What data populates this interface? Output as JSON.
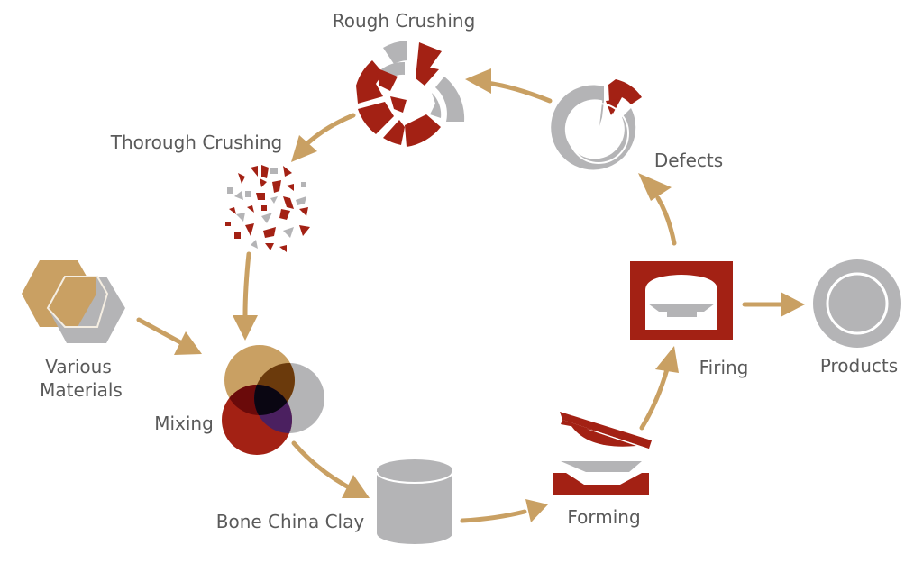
{
  "title": "Bone China Production Cycle",
  "colors": {
    "gold": "#c9a063",
    "red": "#a32114",
    "gray": "#b4b4b6",
    "text": "#5a5a5a"
  },
  "nodes": {
    "rough_crushing": {
      "label": "Rough Crushing",
      "icon": "shattered-plate-icon"
    },
    "thorough_crushing": {
      "label": "Thorough Crushing",
      "icon": "fragments-icon"
    },
    "various_materials": {
      "label_line1": "Various",
      "label_line2": "Materials",
      "icon": "hexagons-icon"
    },
    "mixing": {
      "label": "Mixing",
      "icon": "venn-circles-icon"
    },
    "bone_china_clay": {
      "label": "Bone China Clay",
      "icon": "cylinder-icon"
    },
    "forming": {
      "label": "Forming",
      "icon": "press-mold-icon"
    },
    "firing": {
      "label": "Firing",
      "icon": "kiln-icon"
    },
    "defects": {
      "label": "Defects",
      "icon": "cracked-plate-icon"
    },
    "products": {
      "label": "Products",
      "icon": "plate-icon"
    }
  },
  "edges": [
    {
      "from": "various_materials",
      "to": "mixing"
    },
    {
      "from": "mixing",
      "to": "bone_china_clay"
    },
    {
      "from": "bone_china_clay",
      "to": "forming"
    },
    {
      "from": "forming",
      "to": "firing"
    },
    {
      "from": "firing",
      "to": "products"
    },
    {
      "from": "firing",
      "to": "defects"
    },
    {
      "from": "defects",
      "to": "rough_crushing"
    },
    {
      "from": "rough_crushing",
      "to": "thorough_crushing"
    },
    {
      "from": "thorough_crushing",
      "to": "mixing"
    }
  ]
}
